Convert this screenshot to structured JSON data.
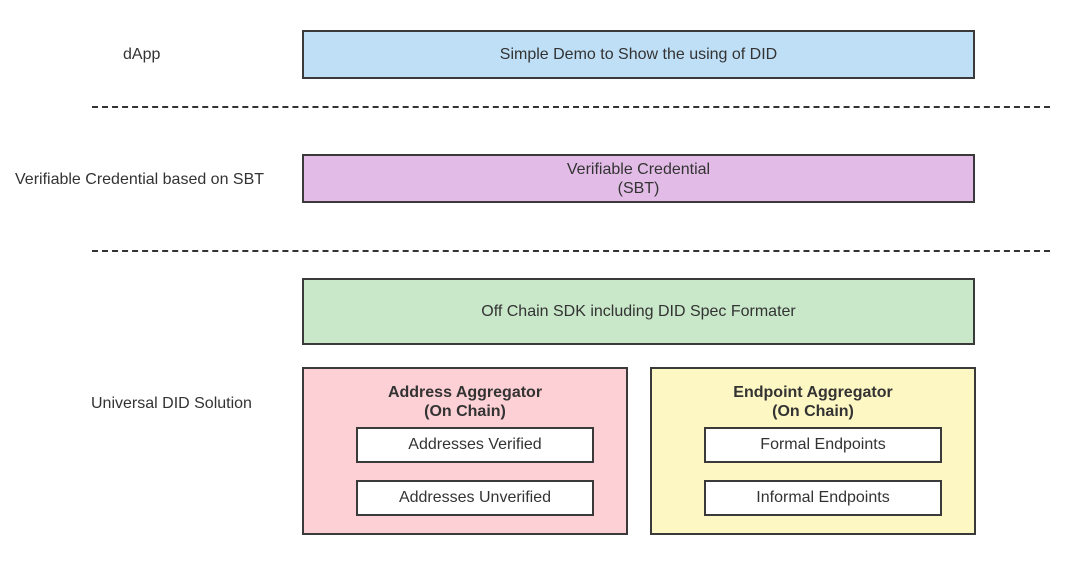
{
  "layers": {
    "dapp_label": "dApp",
    "vc_label": "Verifiable Credential based on SBT",
    "universal_label": "Universal DID Solution"
  },
  "boxes": {
    "dapp": "Simple Demo to Show the using of DID",
    "vc_line1": "Verifiable Credential",
    "vc_line2": "(SBT)",
    "sdk": "Off Chain SDK including DID Spec Formater"
  },
  "address_aggregator": {
    "title_line1": "Address Aggregator",
    "title_line2": "(On Chain)",
    "items": [
      "Addresses Verified",
      "Addresses Unverified"
    ]
  },
  "endpoint_aggregator": {
    "title_line1": "Endpoint Aggregator",
    "title_line2": "(On Chain)",
    "items": [
      "Formal Endpoints",
      "Informal Endpoints"
    ]
  },
  "colors": {
    "dapp_fill": "#bfdff6",
    "vc_fill": "#e2bce7",
    "sdk_fill": "#c9e7c9",
    "address_fill": "#fcd0d4",
    "endpoint_fill": "#fdf7c3",
    "border": "#3a3a3a"
  }
}
